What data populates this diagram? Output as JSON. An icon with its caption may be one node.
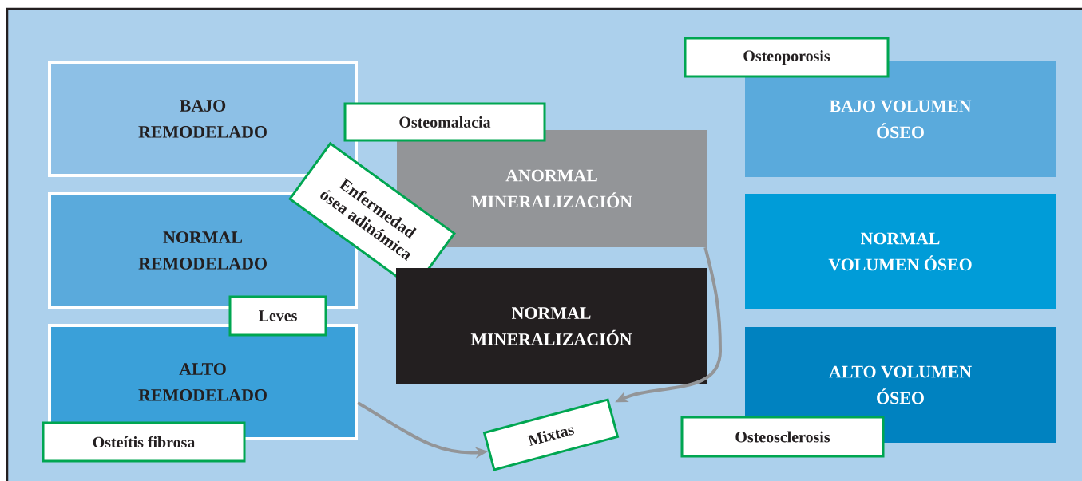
{
  "diagram": {
    "nodes": [
      {
        "text": [
          "BAJO REMODELADO"
        ]
      },
      {
        "text": [
          "NORMAL REMODELADO"
        ]
      },
      {
        "text": [
          "ALTO REMODELADO"
        ]
      },
      {
        "text": [
          "Osteomalacia"
        ]
      },
      {
        "text": [
          "ANORMAL MINERALIZACIÓN"
        ]
      },
      {
        "text": [
          "Enfermedad ósea adinámica"
        ]
      },
      {
        "text": [
          "NORMAL MINERALIZACIÓN"
        ]
      },
      {
        "text": [
          "Leves"
        ]
      },
      {
        "text": [
          "Osteoporosis"
        ]
      },
      {
        "text": [
          "BAJO VOLUMEN ÓSEO"
        ]
      },
      {
        "text": [
          "NORMAL VOLUMEN ÓSEO"
        ]
      },
      {
        "text": [
          "ALTO VOLUMEN ÓSEO"
        ]
      },
      {
        "text": [
          "Osteosclerosis"
        ]
      },
      {
        "text": [
          "Osteítis fibrosa"
        ]
      },
      {
        "text": [
          "Mixtas"
        ]
      }
    ],
    "edges": [
      {
        "from": 2,
        "to": 14,
        "arrow": "to"
      },
      {
        "from": 4,
        "to": 14,
        "arrow": "to"
      }
    ]
  }
}
